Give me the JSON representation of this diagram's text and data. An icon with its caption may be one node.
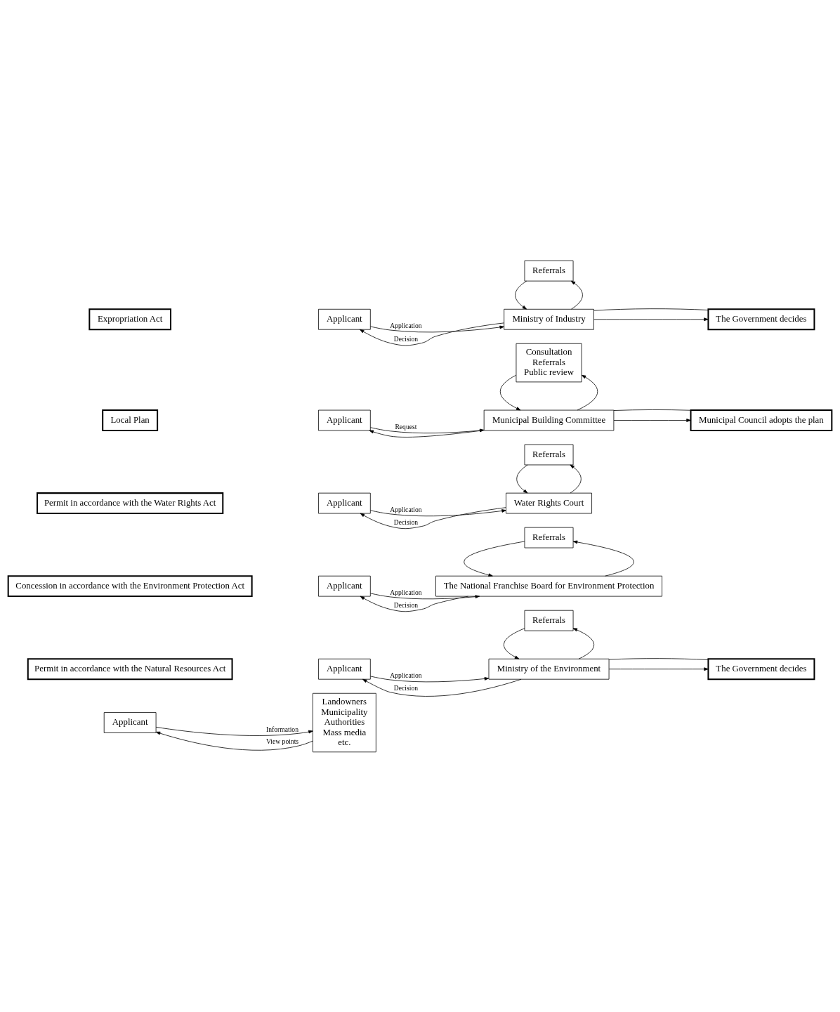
{
  "diagram": {
    "nodes": [
      {
        "text": [
          "Applicant"
        ]
      },
      {
        "text": [
          "Landowners",
          "Municipality",
          "Authorities",
          "Mass media",
          "etc."
        ]
      },
      {
        "text": [
          "Permit in accordance with the Natural Resources Act"
        ]
      },
      {
        "text": [
          "Applicant"
        ]
      },
      {
        "text": [
          "Ministry of the Environment"
        ]
      },
      {
        "text": [
          "The Government decides"
        ]
      },
      {
        "text": [
          "Referrals"
        ]
      },
      {
        "text": [
          "Concession in accordance with the Environment Protection Act"
        ]
      },
      {
        "text": [
          "Applicant"
        ]
      },
      {
        "text": [
          "The National Franchise Board for Environment Protection"
        ]
      },
      {
        "text": [
          "Referrals"
        ]
      },
      {
        "text": [
          "Permit in accordance with the Water Rights Act"
        ]
      },
      {
        "text": [
          "Applicant"
        ]
      },
      {
        "text": [
          "Water Rights Court"
        ]
      },
      {
        "text": [
          "Referrals"
        ]
      },
      {
        "text": [
          "Local Plan"
        ]
      },
      {
        "text": [
          "Applicant"
        ]
      },
      {
        "text": [
          "Municipal Building Committee"
        ]
      },
      {
        "text": [
          "Municipal Council adopts the plan"
        ]
      },
      {
        "text": [
          "Consultation",
          "Referrals",
          "Public review"
        ]
      },
      {
        "text": [
          "Expropriation Act"
        ]
      },
      {
        "text": [
          "Applicant"
        ]
      },
      {
        "text": [
          "Ministry of Industry"
        ]
      },
      {
        "text": [
          "The Government decides"
        ]
      },
      {
        "text": [
          "Referrals"
        ]
      }
    ],
    "edges": [
      {
        "from": 0,
        "to": 1,
        "arrow": "to",
        "label": "Information"
      },
      {
        "from": 1,
        "to": 0,
        "arrow": "to",
        "label": "View points"
      },
      {
        "from": 3,
        "to": 4,
        "arrow": "to",
        "label": "Application"
      },
      {
        "from": 4,
        "to": 3,
        "arrow": "to",
        "label": "Decision"
      },
      {
        "from": 4,
        "to": 5,
        "arrow": "to"
      },
      {
        "from": 5,
        "to": 4,
        "arrow": "none"
      },
      {
        "from": 4,
        "to": 6,
        "arrow": "to"
      },
      {
        "from": 6,
        "to": 4,
        "arrow": "to"
      },
      {
        "from": 8,
        "to": 9,
        "arrow": "to",
        "label": "Application"
      },
      {
        "from": 9,
        "to": 8,
        "arrow": "to",
        "label": "Decision"
      },
      {
        "from": 9,
        "to": 10,
        "arrow": "to"
      },
      {
        "from": 10,
        "to": 9,
        "arrow": "to"
      },
      {
        "from": 12,
        "to": 13,
        "arrow": "to",
        "label": "Application"
      },
      {
        "from": 13,
        "to": 12,
        "arrow": "to",
        "label": "Decision"
      },
      {
        "from": 13,
        "to": 14,
        "arrow": "to"
      },
      {
        "from": 14,
        "to": 13,
        "arrow": "to"
      },
      {
        "from": 16,
        "to": 17,
        "arrow": "to",
        "label": "Request"
      },
      {
        "from": 17,
        "to": 16,
        "arrow": "to"
      },
      {
        "from": 17,
        "to": 18,
        "arrow": "to"
      },
      {
        "from": 18,
        "to": 17,
        "arrow": "none"
      },
      {
        "from": 17,
        "to": 19,
        "arrow": "to"
      },
      {
        "from": 19,
        "to": 17,
        "arrow": "to"
      },
      {
        "from": 21,
        "to": 22,
        "arrow": "to",
        "label": "Application"
      },
      {
        "from": 22,
        "to": 21,
        "arrow": "to",
        "label": "Decision"
      },
      {
        "from": 22,
        "to": 23,
        "arrow": "to"
      },
      {
        "from": 23,
        "to": 22,
        "arrow": "none"
      },
      {
        "from": 22,
        "to": 24,
        "arrow": "to"
      },
      {
        "from": 24,
        "to": 22,
        "arrow": "to"
      }
    ]
  }
}
